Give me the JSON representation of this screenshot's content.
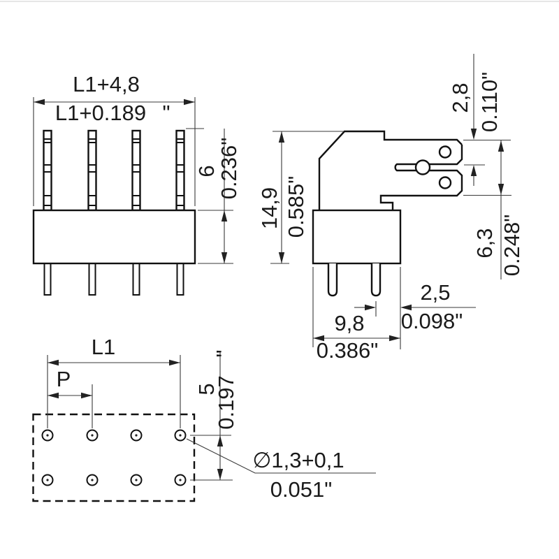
{
  "drawing": {
    "front_view": {
      "width_mm": "L1+4,8",
      "width_inch": "L1+0.189",
      "width_inch_mark": "\"",
      "height_mm": "6",
      "height_inch": "0.236\""
    },
    "side_view": {
      "height_mm": "14,9",
      "height_inch": "0.585\"",
      "tab_top_mm": "2,8",
      "tab_top_inch": "0.110\"",
      "tab_span_mm": "6,3",
      "tab_span_inch": "0.248\"",
      "pin_edge_mm": "2,5",
      "pin_edge_inch": "0.098\"",
      "depth_mm": "9,8",
      "depth_inch": "0.386\""
    },
    "footprint": {
      "length": "L1",
      "pitch": "P",
      "row_mm": "5",
      "row_inch": "0.197",
      "row_inch_mark": "\"",
      "hole_mm": "∅1,3+0,1",
      "hole_inch": "0.051\""
    }
  }
}
